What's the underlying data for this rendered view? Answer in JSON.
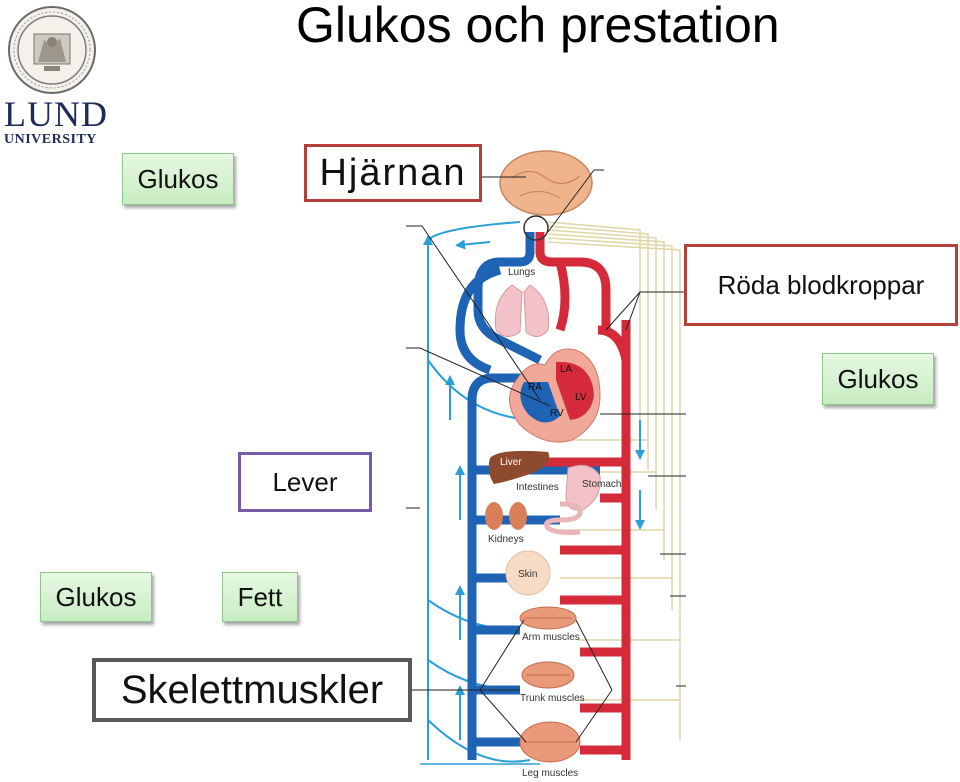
{
  "title": "Glukos och prestation",
  "logo": {
    "seal_text": "SIGILLUM UNIVERSITATIS CAROLINAE",
    "name": "LUND",
    "subtitle": "UNIVERSITY"
  },
  "labels": {
    "glukos_top_left": "Glukos",
    "hjarnan": "Hjärnan",
    "roda_blodkroppar": "Röda blodkroppar",
    "glukos_right": "Glukos",
    "lever": "Lever",
    "glukos_bottom_left": "Glukos",
    "fett": "Fett",
    "skelettmuskler": "Skelettmuskler"
  },
  "diagram_labels": {
    "lungs": "Lungs",
    "la": "LA",
    "ra": "RA",
    "lv": "LV",
    "rv": "RV",
    "liver": "Liver",
    "intestines": "Intestines",
    "stomach": "Stomach",
    "kidneys": "Kidneys",
    "skin": "Skin",
    "arm_muscles": "Arm muscles",
    "trunk_muscles": "Trunk muscles",
    "leg_muscles": "Leg muscles"
  },
  "colors": {
    "artery": "#d42a3a",
    "vein": "#1e63b4",
    "lymph": "#2a9fd8",
    "nerve": "#e6ddb0"
  }
}
